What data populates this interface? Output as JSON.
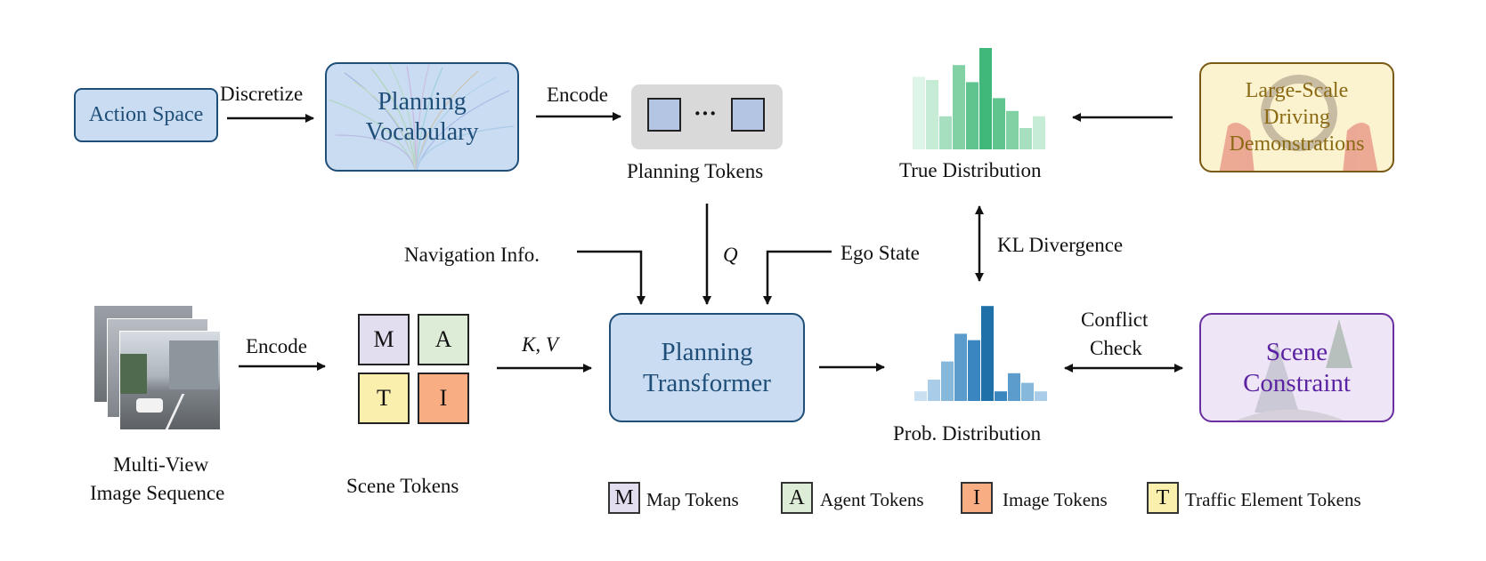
{
  "top_row": {
    "action_space": "Action Space",
    "discretize": "Discretize",
    "planning_vocabulary": [
      "Planning",
      "Vocabulary"
    ],
    "encode_top": "Encode",
    "planning_tokens_label": "Planning Tokens",
    "ellipsis": "···",
    "true_distribution_label": "True Distribution",
    "demonstrations": [
      "Large-Scale",
      "Driving",
      "Demonstrations"
    ]
  },
  "middle_row": {
    "navigation_info": "Navigation Info.",
    "q_label": "Q",
    "ego_state": "Ego State",
    "kl_divergence": "KL Divergence"
  },
  "bottom_row": {
    "multi_view": [
      "Multi-View",
      "Image Sequence"
    ],
    "encode_bottom": "Encode",
    "scene_tokens": {
      "m": "M",
      "a": "A",
      "t": "T",
      "i": "I",
      "label": "Scene Tokens"
    },
    "kv_label": "K, V",
    "planning_transformer": [
      "Planning",
      "Transformer"
    ],
    "prob_distribution_label": "Prob. Distribution",
    "conflict_check": [
      "Conflict",
      "Check"
    ],
    "scene_constraint": [
      "Scene",
      "Constraint"
    ]
  },
  "legend": [
    {
      "letter": "M",
      "label": "Map Tokens",
      "color": "#e3ddf0"
    },
    {
      "letter": "A",
      "label": "Agent Tokens",
      "color": "#dcecd7"
    },
    {
      "letter": "I",
      "label": "Image Tokens",
      "color": "#f8ad83"
    },
    {
      "letter": "T",
      "label": "Traffic Element Tokens",
      "color": "#fbefae"
    }
  ],
  "colors": {
    "blue_box_fill": "#c9dcf1",
    "blue_box_border": "#1f4e79",
    "blue_text": "#1f4e79",
    "gold_border": "#7a5a12",
    "gold_fill": "#fbf2cf",
    "gold_text": "#8a6a14",
    "purple_border": "#6a2fa0",
    "purple_fill": "#eee6f7",
    "purple_text": "#5b22a3",
    "green_bars": "#5cbf8a",
    "blue_bars": "#2f7fbf"
  },
  "true_distribution": [
    0.68,
    0.65,
    0.31,
    0.79,
    0.63,
    0.95,
    0.48,
    0.36,
    0.2,
    0.31
  ],
  "prob_distribution": [
    0.09,
    0.2,
    0.37,
    0.63,
    0.57,
    0.89,
    0.09,
    0.26,
    0.17,
    0.09
  ]
}
